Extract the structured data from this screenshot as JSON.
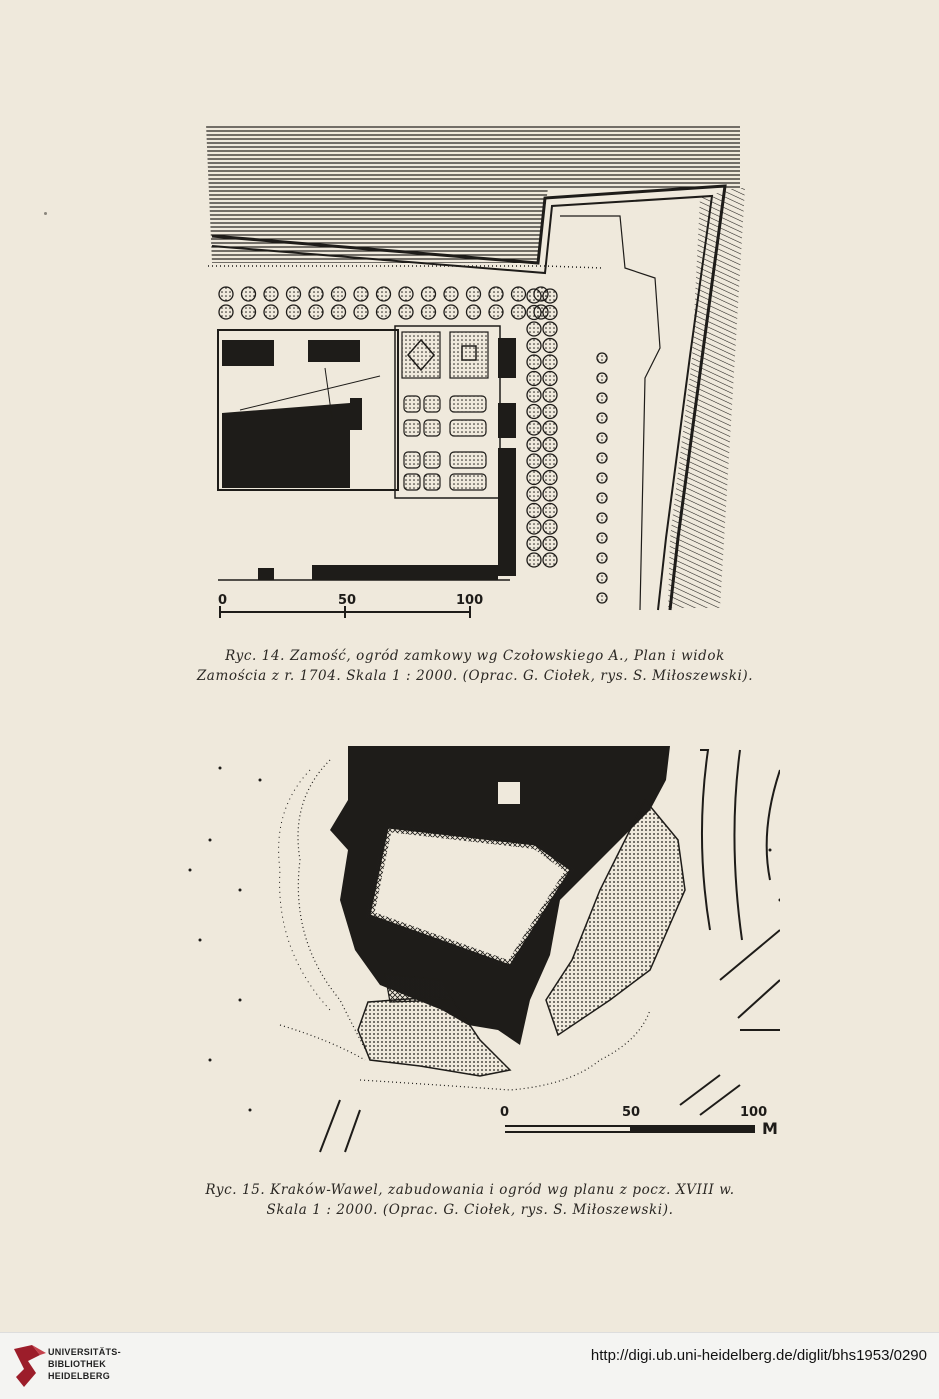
{
  "figure14": {
    "scale_labels": [
      "0",
      "50",
      "100"
    ],
    "caption_line1": "Ryc. 14. Zamość, ogród zamkowy wg Czołowskiego A., Plan i widok",
    "caption_line2": "Zamościa z r. 1704. Skala 1 : 2000. (Oprac. G. Ciołek, rys. S. Miłoszewski)."
  },
  "figure15": {
    "scale_labels": [
      "0",
      "50",
      "100",
      "M"
    ],
    "caption_line1": "Ryc. 15.  Kraków-Wawel, zabudowania i ogród wg planu z pocz. XVIII w.",
    "caption_line2": "Skala 1 : 2000. (Oprac. G. Ciołek, rys. S. Miłoszewski)."
  },
  "footer": {
    "logo_lines": [
      "UNIVERSITÄTS-",
      "BIBLIOTHEK",
      "HEIDELBERG"
    ],
    "url": "http://digi.ub.uni-heidelberg.de/diglit/bhs1953/0290"
  }
}
